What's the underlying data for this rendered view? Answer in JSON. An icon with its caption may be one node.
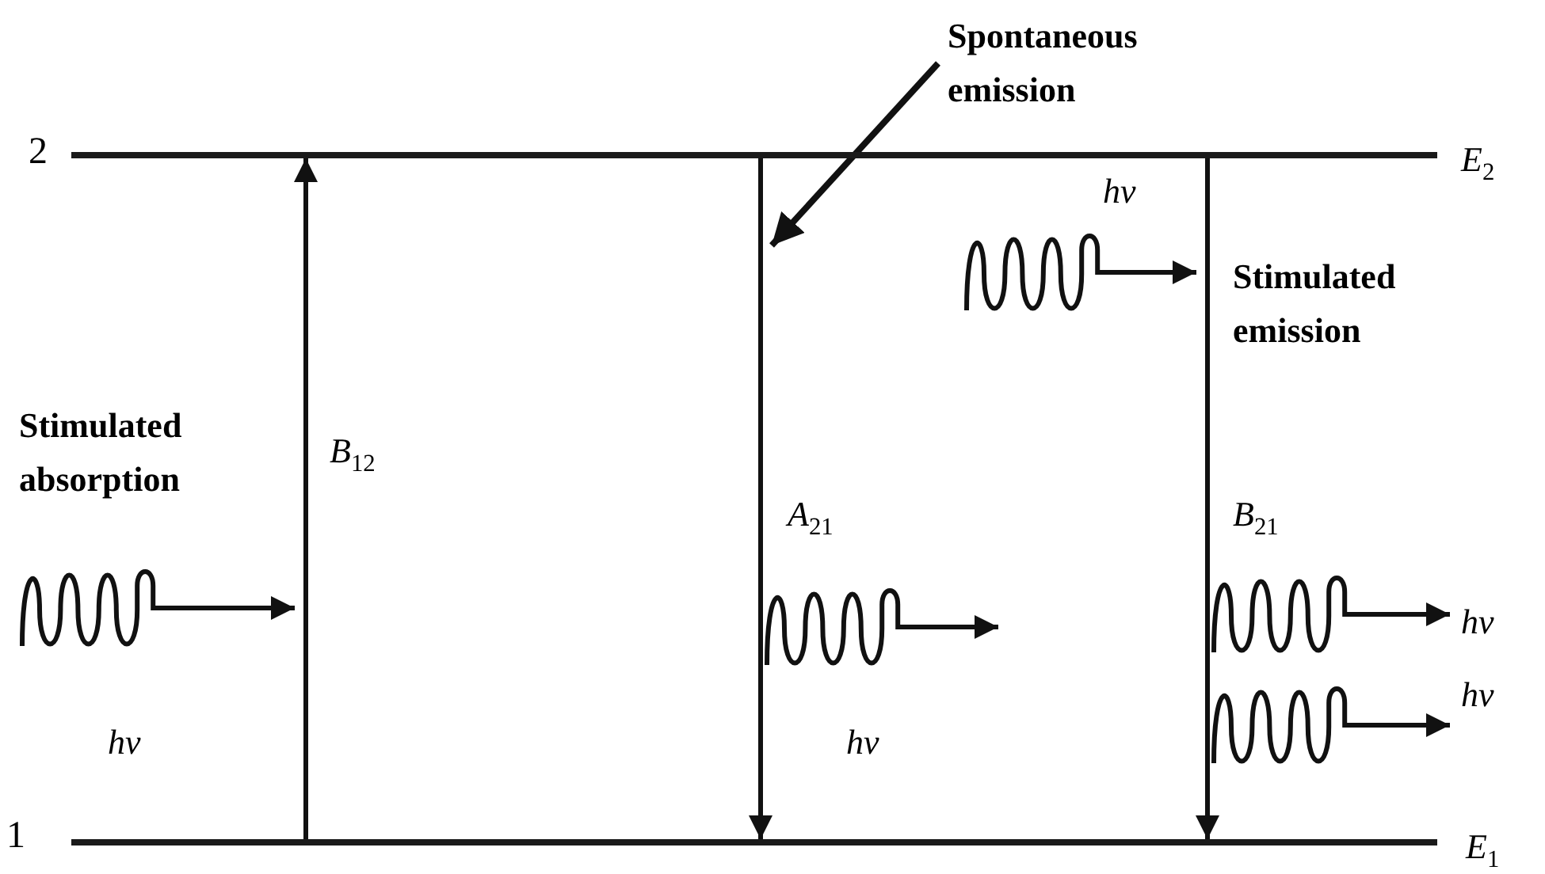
{
  "diagram": {
    "nodes": [
      {
        "text": [],
        "shape": "bar",
        "beside": [
          "2",
          "E$_{2}$"
        ]
      },
      {
        "text": [],
        "shape": "bar",
        "beside": [
          "1",
          "E$_{1}$"
        ]
      },
      {
        "text": [
          "Spontaneous emission"
        ]
      }
    ],
    "edges": [
      {
        "from": 1,
        "to": 0,
        "arrow": "to",
        "label": "B$_{12}$"
      },
      {
        "from": 0,
        "to": 1,
        "arrow": "to",
        "label": "A$_{21}$"
      },
      {
        "from": 0,
        "to": 1,
        "arrow": "to",
        "label": "B$_{21}$"
      },
      {
        "from": 2,
        "to": null,
        "arrow": "to"
      }
    ],
    "labels": [
      "hv",
      "Stimulated emission",
      "Stimulated absorption",
      "hv",
      "hv",
      "hv",
      "hv"
    ]
  }
}
